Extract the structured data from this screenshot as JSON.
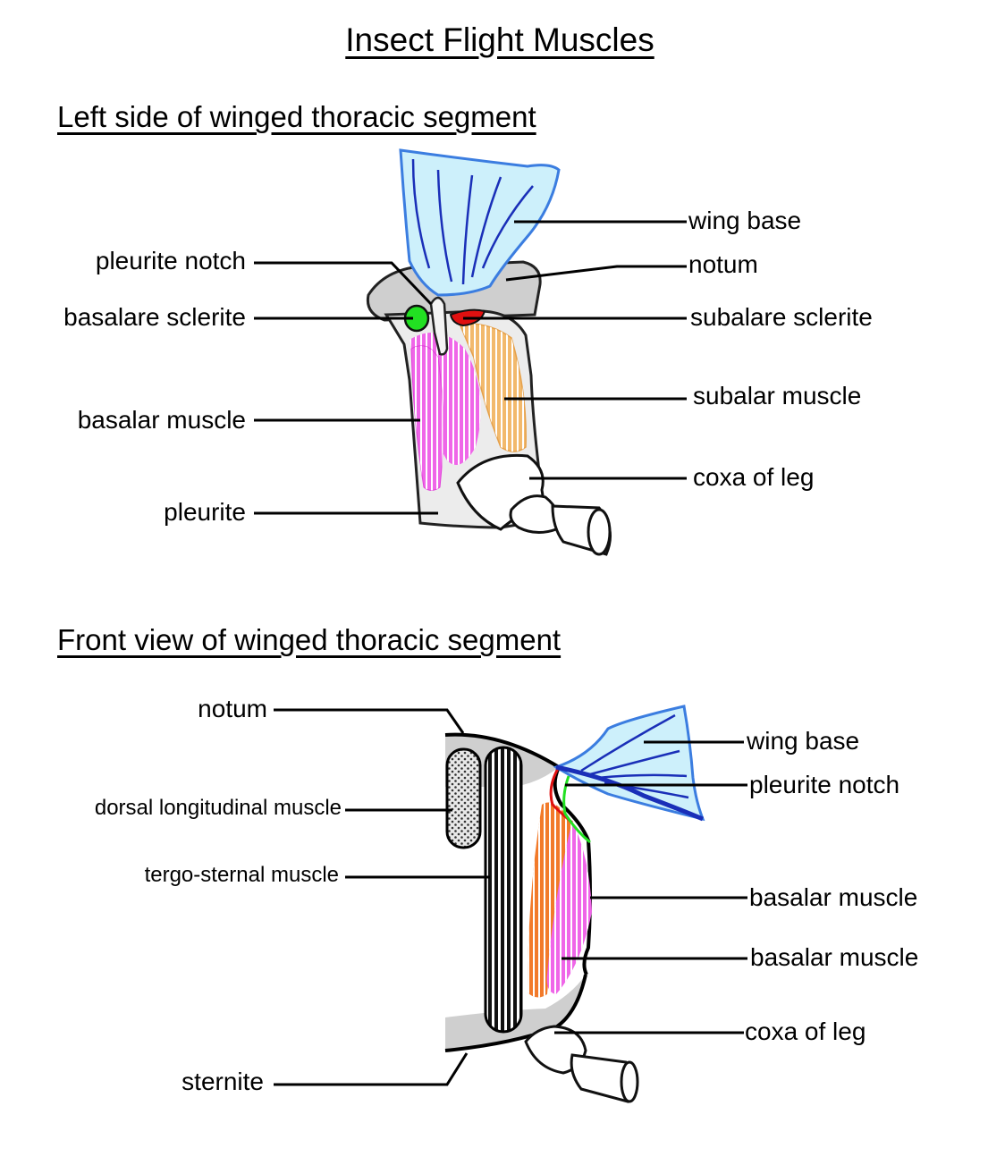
{
  "title": "Insect Flight Muscles",
  "side_view": {
    "heading": "Left side of winged thoracic segment",
    "labels": {
      "wing_base": "wing base",
      "notum": "notum",
      "pleurite_notch": "pleurite notch",
      "basalare_sclerite": "basalare sclerite",
      "subalare_sclerite": "subalare sclerite",
      "subalar_muscle": "subalar muscle",
      "basalar_muscle": "basalar muscle",
      "coxa_of_leg": "coxa of leg",
      "pleurite": "pleurite"
    }
  },
  "front_view": {
    "heading": "Front view of winged thoracic segment",
    "labels": {
      "notum": "notum",
      "wing_base": "wing base",
      "pleurite_notch": "pleurite notch",
      "dorsal_longitudinal_muscle": "dorsal longitudinal muscle",
      "tergo_sternal_muscle": "tergo-sternal muscle",
      "basalar_muscle_1": "basalar muscle",
      "basalar_muscle_2": "basalar muscle",
      "coxa_of_leg": "coxa of leg",
      "sternite": "sternite"
    }
  },
  "colors": {
    "wing": "#cdf0fb",
    "wing_outline": "#3b7de0",
    "wing_veins": "#1a2fb8",
    "cuticle": "#d3d3d3",
    "cuticle_light": "#ececec",
    "basalar_muscle": "#ef66e8",
    "subalar_muscle": "#f2b96c",
    "basalare_sclerite": "#22e022",
    "subalare_sclerite": "#e01010",
    "front_basalar_orange": "#f27a2a"
  }
}
